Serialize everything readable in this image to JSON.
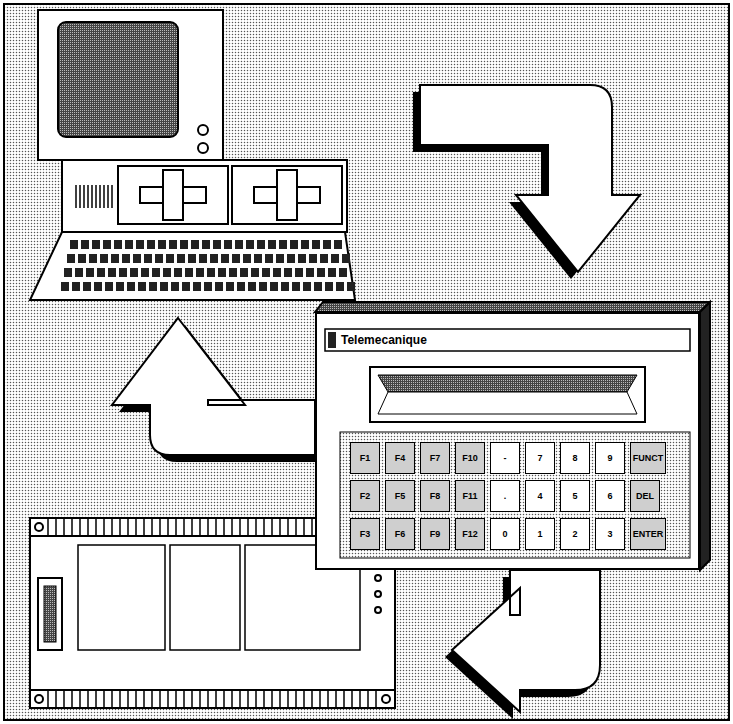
{
  "diagram": {
    "nodes": [
      {
        "text": [
          "Telemecanique"
        ]
      },
      {
        "text": [
          "F1"
        ],
        "in": 0
      },
      {
        "text": [
          "F4"
        ],
        "in": 0
      },
      {
        "text": [
          "F7"
        ],
        "in": 0
      },
      {
        "text": [
          "F10"
        ],
        "in": 0
      },
      {
        "text": [
          "-"
        ],
        "in": 0
      },
      {
        "text": [
          "7"
        ],
        "in": 0
      },
      {
        "text": [
          "8"
        ],
        "in": 0
      },
      {
        "text": [
          "9"
        ],
        "in": 0
      },
      {
        "text": [
          "FUNCT"
        ],
        "in": 0
      },
      {
        "text": [
          "F2"
        ],
        "in": 0
      },
      {
        "text": [
          "F5"
        ],
        "in": 0
      },
      {
        "text": [
          "F8"
        ],
        "in": 0
      },
      {
        "text": [
          "F11"
        ],
        "in": 0
      },
      {
        "text": [
          "."
        ],
        "in": 0
      },
      {
        "text": [
          "4"
        ],
        "in": 0
      },
      {
        "text": [
          "5"
        ],
        "in": 0
      },
      {
        "text": [
          "6"
        ],
        "in": 0
      },
      {
        "text": [
          "DEL"
        ],
        "in": 0
      },
      {
        "text": [
          "F3"
        ],
        "in": 0
      },
      {
        "text": [
          "F6"
        ],
        "in": 0
      },
      {
        "text": [
          "F9"
        ],
        "in": 0
      },
      {
        "text": [
          "F12"
        ],
        "in": 0
      },
      {
        "text": [
          "0"
        ],
        "in": 0
      },
      {
        "text": [
          "1"
        ],
        "in": 0
      },
      {
        "text": [
          "2"
        ],
        "in": 0
      },
      {
        "text": [
          "3"
        ],
        "in": 0
      },
      {
        "text": [
          "ENTER"
        ],
        "in": 0
      }
    ]
  }
}
